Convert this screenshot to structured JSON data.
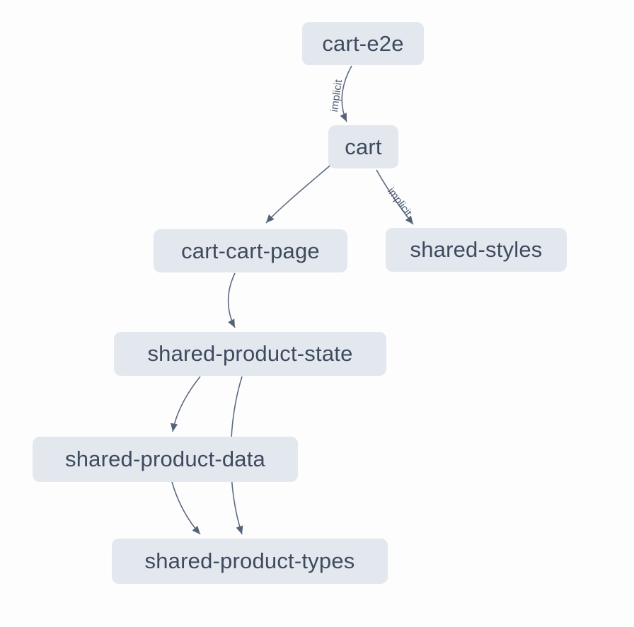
{
  "diagram": {
    "kind": "project-dependency-graph",
    "nodes": [
      {
        "id": "cart-e2e",
        "label": "cart-e2e"
      },
      {
        "id": "cart",
        "label": "cart"
      },
      {
        "id": "cart-cart-page",
        "label": "cart-cart-page"
      },
      {
        "id": "shared-styles",
        "label": "shared-styles"
      },
      {
        "id": "shared-product-state",
        "label": "shared-product-state"
      },
      {
        "id": "shared-product-data",
        "label": "shared-product-data"
      },
      {
        "id": "shared-product-types",
        "label": "shared-product-types"
      }
    ],
    "edges": [
      {
        "from": "cart-e2e",
        "to": "cart",
        "label": "implicit"
      },
      {
        "from": "cart",
        "to": "cart-cart-page",
        "label": ""
      },
      {
        "from": "cart",
        "to": "shared-styles",
        "label": "implicit"
      },
      {
        "from": "cart-cart-page",
        "to": "shared-product-state",
        "label": ""
      },
      {
        "from": "shared-product-state",
        "to": "shared-product-data",
        "label": ""
      },
      {
        "from": "shared-product-state",
        "to": "shared-product-types",
        "label": ""
      },
      {
        "from": "shared-product-data",
        "to": "shared-product-types",
        "label": ""
      }
    ],
    "colors": {
      "background": "#fdfdfe",
      "node_fill": "#e3e7ee",
      "node_text": "#3e4a5e",
      "edge_stroke": "#5f6b81",
      "edge_label_text": "#4e5a70",
      "arrowhead_fill": "#57627a"
    }
  }
}
